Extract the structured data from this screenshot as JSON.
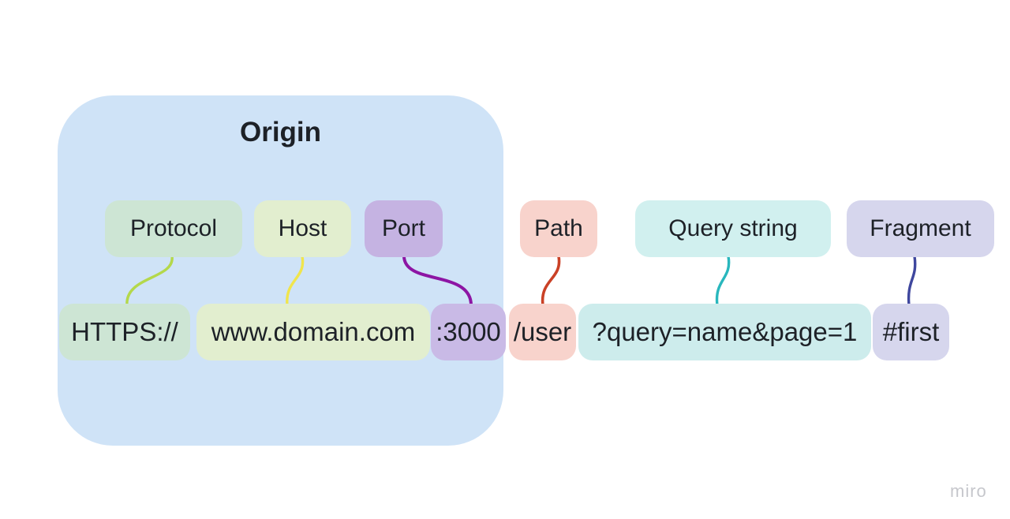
{
  "diagram": {
    "origin_group": {
      "title": "Origin",
      "bg_color": "#cfe3f7"
    },
    "segments": [
      {
        "id": "protocol",
        "label": "Protocol",
        "value": "HTTPS://",
        "label_bg": "#cde5d4",
        "value_bg": "#cde5d4",
        "connector_color": "#b4d84b",
        "in_origin": true
      },
      {
        "id": "host",
        "label": "Host",
        "value": "www.domain.com",
        "label_bg": "#e2eecf",
        "value_bg": "#e2eecf",
        "connector_color": "#f0e54d",
        "in_origin": true
      },
      {
        "id": "port",
        "label": "Port",
        "value": ":3000",
        "label_bg": "#c5b3e2",
        "value_bg": "#c9bae6",
        "connector_color": "#8d15a4",
        "in_origin": true
      },
      {
        "id": "path",
        "label": "Path",
        "value": "/user",
        "label_bg": "#f8d3cc",
        "value_bg": "#f8d3cc",
        "connector_color": "#ca4126",
        "in_origin": false
      },
      {
        "id": "query",
        "label": "Query string",
        "value": "?query=name&page=1",
        "label_bg": "#d1f0ef",
        "value_bg": "#cdecec",
        "connector_color": "#29b7bd",
        "in_origin": false
      },
      {
        "id": "fragment",
        "label": "Fragment",
        "value": "#first",
        "label_bg": "#d6d6ed",
        "value_bg": "#d6d6ed",
        "connector_color": "#3f479e",
        "in_origin": false
      }
    ],
    "text_color": "#1d2127"
  },
  "watermark": {
    "text": "miro",
    "color": "#c6c7cc"
  }
}
